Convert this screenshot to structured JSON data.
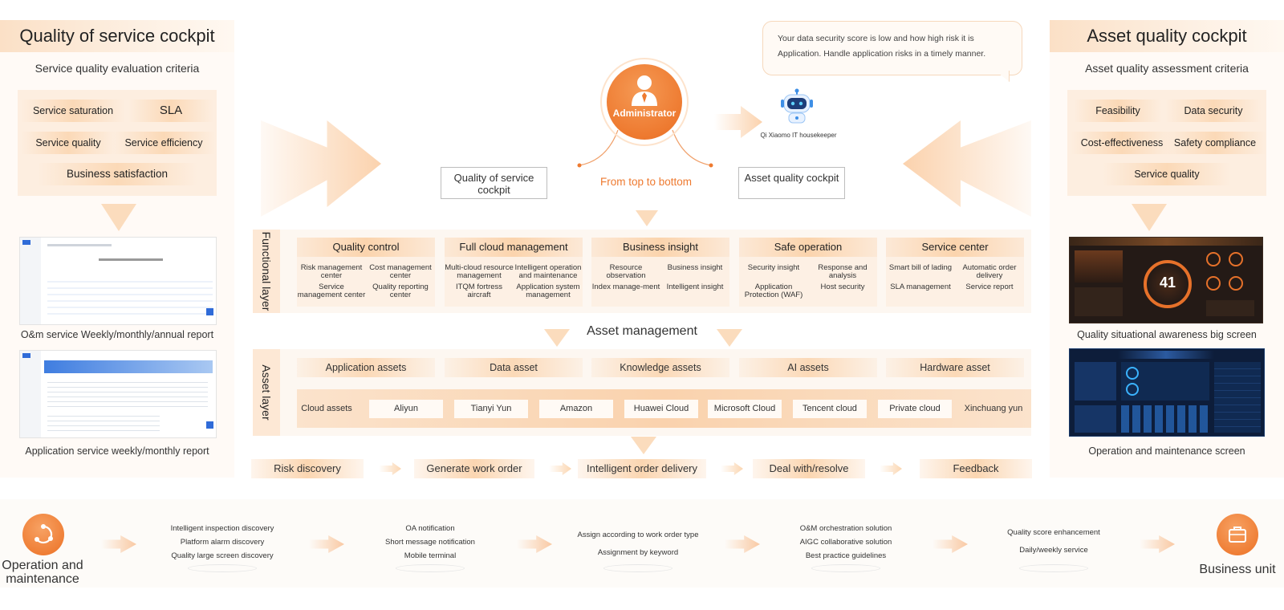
{
  "colors": {
    "accent": "#ee7a30",
    "light_orange": "#fbd9b7",
    "panel": "#fdf7f1"
  },
  "left_panel": {
    "title": "Quality of service cockpit",
    "subtitle": "Service quality evaluation criteria",
    "criteria": [
      "Service saturation",
      "SLA",
      "Service quality",
      "Service efficiency",
      "Business satisfaction"
    ],
    "screens": [
      {
        "caption": "O&m service Weekly/monthly/annual report"
      },
      {
        "caption": "Application service weekly/monthly report"
      }
    ]
  },
  "right_panel": {
    "title": "Asset quality cockpit",
    "subtitle": "Asset quality assessment criteria",
    "criteria": [
      "Feasibility",
      "Data security",
      "Cost-effectiveness",
      "Safety compliance",
      "Service quality"
    ],
    "screens": [
      {
        "caption": "Quality situational awareness big screen",
        "gauge_value": "41"
      },
      {
        "caption": "Operation and maintenance screen"
      }
    ]
  },
  "center": {
    "admin_label": "Administrator",
    "speech": "Your data security score is low and how high risk it is Application. Handle application risks in a timely manner.",
    "robot_label": "Qi Xiaomo IT housekeeper",
    "left_box": "Quality of service cockpit",
    "right_box": "Asset quality cockpit",
    "direction": "From top to bottom"
  },
  "functional_layer": {
    "label": "Functional layer",
    "cards": [
      {
        "title": "Quality control",
        "items": [
          "Risk management center",
          "Cost management center",
          "Service management center",
          "Quality reporting center"
        ]
      },
      {
        "title": "Full cloud management",
        "items": [
          "Multi-cloud resource management",
          "Intelligent operation and maintenance",
          "ITQM fortress aircraft",
          "Application system management"
        ]
      },
      {
        "title": "Business insight",
        "items": [
          "Resource observation",
          "Business insight",
          "Index manage-ment",
          "Intelligent insight"
        ]
      },
      {
        "title": "Safe operation",
        "items": [
          "Security insight",
          "Response and analysis",
          "Application Protection (WAF)",
          "Host security"
        ]
      },
      {
        "title": "Service center",
        "items": [
          "Smart bill of lading",
          "Automatic order delivery",
          "SLA management",
          "Service report"
        ]
      }
    ]
  },
  "asset_management_label": "Asset management",
  "asset_layer": {
    "label": "Asset layer",
    "assets": [
      "Application assets",
      "Data asset",
      "Knowledge assets",
      "AI assets",
      "Hardware asset"
    ],
    "clouds": [
      "Cloud assets",
      "Aliyun",
      "Tianyi Yun",
      "Amazon",
      "Huawei Cloud",
      "Microsoft Cloud",
      "Tencent cloud",
      "Private cloud",
      "Xinchuang yun"
    ]
  },
  "workflow": [
    "Risk discovery",
    "Generate work order",
    "Intelligent order delivery",
    "Deal with/resolve",
    "Feedback"
  ],
  "bottom": {
    "left_label": "Operation and maintenance",
    "right_label": "Business unit",
    "groups": [
      [
        "Intelligent inspection discovery",
        "Platform alarm discovery",
        "Quality large screen discovery"
      ],
      [
        "OA notification",
        "Short message notification",
        "Mobile terminal"
      ],
      [
        "Assign according to work order type",
        "Assignment by keyword"
      ],
      [
        "O&M orchestration solution",
        "AIGC collaborative solution",
        "Best practice guidelines"
      ],
      [
        "Quality score enhancement",
        "Daily/weekly service"
      ]
    ]
  }
}
